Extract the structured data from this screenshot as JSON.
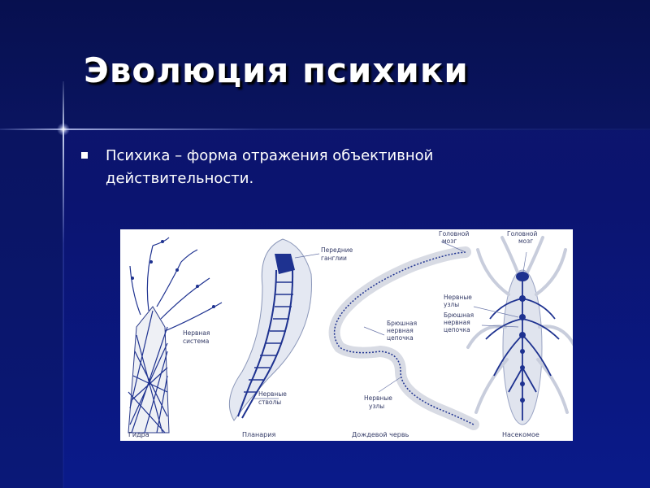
{
  "slide": {
    "title": "Эволюция психики",
    "bullet": "Психика – форма отражения объективной действительности."
  },
  "figure": {
    "labels": {
      "hydra_nerve": [
        "Нервная",
        "система"
      ],
      "planaria_ganglia": [
        "Передние",
        "ганглии"
      ],
      "planaria_trunks": [
        "Нервные",
        "стволы"
      ],
      "worm_brain": [
        "Головной",
        "мозг"
      ],
      "worm_chain": [
        "Брюшная",
        "нервная",
        "цепочка"
      ],
      "worm_nodes": [
        "Нервные",
        "узлы"
      ],
      "insect_brain": [
        "Головной",
        "мозг"
      ],
      "insect_nodes": [
        "Нервные",
        "узлы"
      ],
      "insect_chain": [
        "Брюшная",
        "нервная",
        "цепочка"
      ]
    },
    "captions": {
      "hydra": "Гидра",
      "planaria": "Планария",
      "worm": "Дождевой червь",
      "insect": "Насекомое"
    }
  }
}
